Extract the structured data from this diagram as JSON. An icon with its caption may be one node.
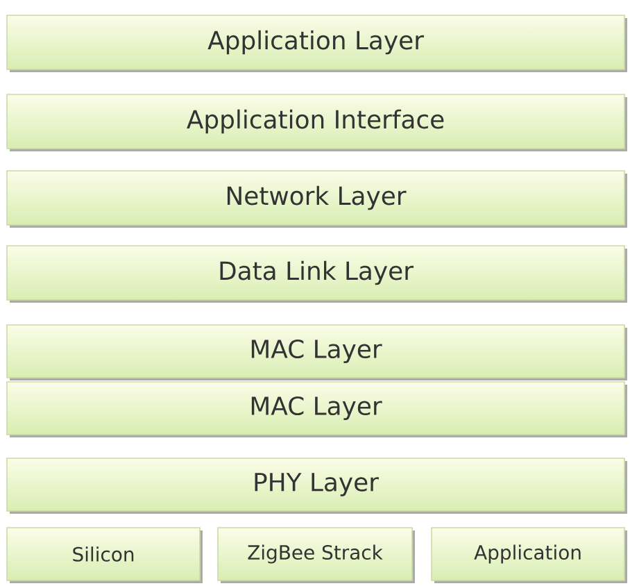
{
  "diagram": {
    "nodes": [
      {
        "text": [
          "Application Layer"
        ]
      },
      {
        "text": [
          "Application Interface"
        ]
      },
      {
        "text": [
          "Network Layer"
        ]
      },
      {
        "text": [
          "Data Link Layer"
        ]
      },
      {
        "text": [
          "MAC Layer"
        ]
      },
      {
        "text": [
          "MAC Layer"
        ]
      },
      {
        "text": [
          "PHY Layer"
        ]
      },
      {
        "text": [
          "Silicon"
        ]
      },
      {
        "text": [
          "ZigBee Strack"
        ]
      },
      {
        "text": [
          "Application"
        ]
      }
    ]
  }
}
